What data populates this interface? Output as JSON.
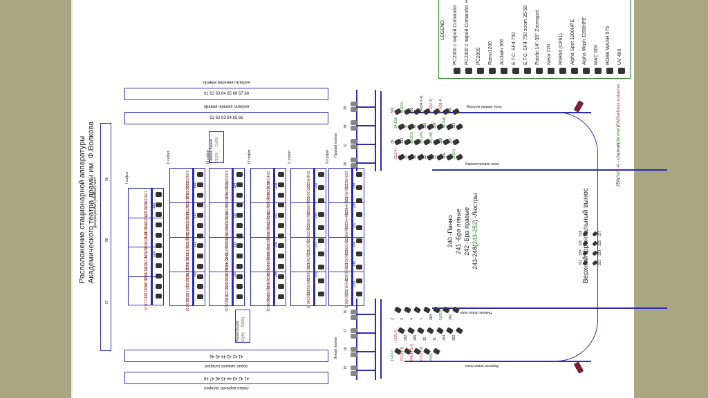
{
  "title": {
    "line1": "Расположение стационарной аппаратуры",
    "line2": "Академического театра драмы им. Ф.Волкова"
  },
  "decor_bridge": {
    "label": "Декорационный (зеленый) мост",
    "numbers": [
      "95",
      "96"
    ]
  },
  "galleries": {
    "right_upper": {
      "label": "правая верхняя галерея",
      "numbers": "61 62 63 64 65 66 67 68"
    },
    "right_lower": {
      "label": "правая нижняя галерея",
      "numbers": "61 62 63 64 65 66"
    },
    "left_lower": {
      "label": "левая нижняя галерея",
      "numbers": "41 42 43 44 45 46"
    },
    "left_upper": {
      "label": "левая верхняя галерея",
      "numbers": "41 42 43 44 45 46 47 48"
    }
  },
  "sofits": [
    {
      "label": "VI софит",
      "side_numbers": [
        "238",
        "235",
        "237",
        "234",
        "236",
        "233"
      ],
      "cells": [
        "232(460.2)",
        "231(454.2)",
        "230(448.2)",
        "229(442.2)",
        "228(436.2)",
        "227(430.2)",
        "226(424.2)",
        "225(418.2)",
        "224(412.2)",
        "223(406.2)"
      ]
    },
    {
      "label": "V софит",
      "side_numbers": [
        "222",
        "220",
        "221",
        "219"
      ],
      "cells": [
        "218(400.2)",
        "217(394.2)",
        "216(388.2)",
        "215(382.2)",
        "214(376.2)",
        "213(370.2)",
        "212(364.2)",
        "211(358.2)",
        "210(352.2)",
        "209(346.2)"
      ]
    },
    {
      "label": "IV софит",
      "side_numbers": [
        "208",
        "207",
        "206",
        "205"
      ],
      "cells": [
        "204(340.2)",
        "203(334.2)",
        "266(61.2)",
        "202(328.2)",
        "201(322.2)",
        "200(316.2)",
        "176(511.2)",
        "199(310.2)",
        "198(304.2)",
        "197(298.2)",
        "267(49.2)",
        "196(292.2)",
        "195(286.2)"
      ]
    },
    {
      "label": "III софит",
      "side_numbers": [
        "194",
        "193",
        "192",
        "191"
      ],
      "cells": [
        "190(280.2)",
        "189(274.2)",
        "268(37.2)",
        "188(268.2)",
        "187(262.2)",
        "186(256.2)",
        "269(89.2)",
        "185(250.2)",
        "184(244.2)",
        "183(238.2)",
        "265(25.2)",
        "182(232.2)",
        "181(226.2)"
      ]
    },
    {
      "label": "II софит",
      "side_numbers": [
        "144",
        "143",
        "142",
        "141"
      ],
      "cells": [
        "140(220.2)",
        "139(214.2)",
        "264(19.2)",
        "138(208.2)",
        "137(202.2)",
        "136(196.2)",
        "269(73.2)",
        "135(190.2)",
        "134(184.2)",
        "133(178.2)",
        "263(1.2)",
        "132(172.2)",
        "131(166.2)"
      ]
    },
    {
      "label": "I софит",
      "side_numbers": [
        "130",
        "129"
      ],
      "cells": [
        "128(160.2)",
        "262(13.2)",
        "127(154.2)",
        "126(148.2)",
        "125(142.2)",
        "270(25.2)",
        "124(136.2)",
        "123(130.2)",
        "122(124.2)",
        "261(1.2)",
        "121(118.2)"
      ]
    }
  ],
  "towers": {
    "right": {
      "label": "Правая башня",
      "cells": [
        "72(70)",
        "71(69)"
      ]
    },
    "left": {
      "label": "Левая башня",
      "cells": [
        "51(49)",
        "52(50)"
      ]
    }
  },
  "portals": {
    "right": {
      "label": "Правый портал",
      "numbers": [
        "36",
        "37",
        "38",
        "39"
      ]
    },
    "left": {
      "label": "Левый портал",
      "numbers": [
        "16",
        "17",
        "18",
        "19"
      ]
    }
  },
  "loges": {
    "upper_right": "Верхняя правая ложа",
    "lower_right": "Нижняя правая ложа",
    "lower_left": "Нижняя левая ложа",
    "upper_left": "Верхняя левая ложа"
  },
  "right_hall_labels": [
    "302",
    "35(150)",
    "303",
    "290(34/7.4)",
    "272(57.4)",
    "274(89.4)",
    "305",
    "34(156)",
    "32",
    "31",
    "310",
    "309",
    "34(308)",
    "312",
    "30",
    "312",
    "26(301)",
    "28(149)",
    "26(148)",
    "328",
    "307",
    "(111.4)",
    "25",
    "24",
    "22",
    "21",
    "304",
    "20(51)"
  ],
  "left_hall_labels": [
    "2",
    "3",
    "4",
    "1",
    "284",
    "5(281)",
    "287",
    "(105.4)",
    "292",
    "285",
    "12",
    "11",
    "283",
    "282",
    "15(147)",
    "271(41.4)",
    "249(14/1.4)",
    "273(73.4)",
    "20(5)"
  ],
  "notes": [
    {
      "text": "240 -Панно"
    },
    {
      "text": "241 -Бра левые"
    },
    {
      "text": "242 -Бра правые"
    },
    {
      "text_prefix": "243-248(",
      "text_green": "243-252",
      "text_suffix": ") -Люстры"
    }
  ],
  "front_extension": {
    "label": "Верхний фронтальный вынос",
    "numbers": [
      "321",
      "322",
      "323",
      "324",
      "325",
      "326",
      "327",
      "328"
    ]
  },
  "legend": {
    "title": "LEGEND",
    "items": [
      {
        "label": "PC2000 с лирой Comandor",
        "icon": "pc2000-lyre-icon"
      },
      {
        "label": "PC2000 с лирой Comandor +Colorchanger",
        "icon": "pc2000-colorchanger-icon"
      },
      {
        "label": "PC2000",
        "icon": "pc2000-icon"
      },
      {
        "label": "Rama1200",
        "icon": "rama1200-icon"
      },
      {
        "label": "Acclaim 650",
        "icon": "acclaim-icon"
      },
      {
        "label": "E.T.C. SF4 750",
        "icon": "etc-sf4-icon"
      },
      {
        "label": "E.T.C. SF4 750 zoom 25-50",
        "icon": "etc-sf4-zoom-icon"
      },
      {
        "label": "Pacific 14°-35° Zoomspot",
        "icon": "pacific-zoomspot-icon"
      },
      {
        "label": "Nava 720",
        "icon": "nava-icon"
      },
      {
        "label": "PAR64 (CP61)",
        "icon": "par64-icon"
      },
      {
        "label": "Alpha Spot 1200HPE",
        "icon": "alpha-spot-icon"
      },
      {
        "label": "Alpha Wash 1200HPE",
        "icon": "alpha-wash-icon"
      },
      {
        "label": "MAC 600",
        "icon": "mac600-icon"
      },
      {
        "label": "ROBE WASH 575",
        "icon": "robe-wash-icon"
      },
      {
        "label": "UV 400",
        "icon": "uv400-icon"
      }
    ],
    "footnote": {
      "prefix": "250(",
      "green": "34",
      "mid": "/",
      "red": "7.4",
      "suffix": ") - channel(",
      "green2": "dimmer",
      "suffix2": ")",
      "red2": "DMXadress universe"
    }
  }
}
